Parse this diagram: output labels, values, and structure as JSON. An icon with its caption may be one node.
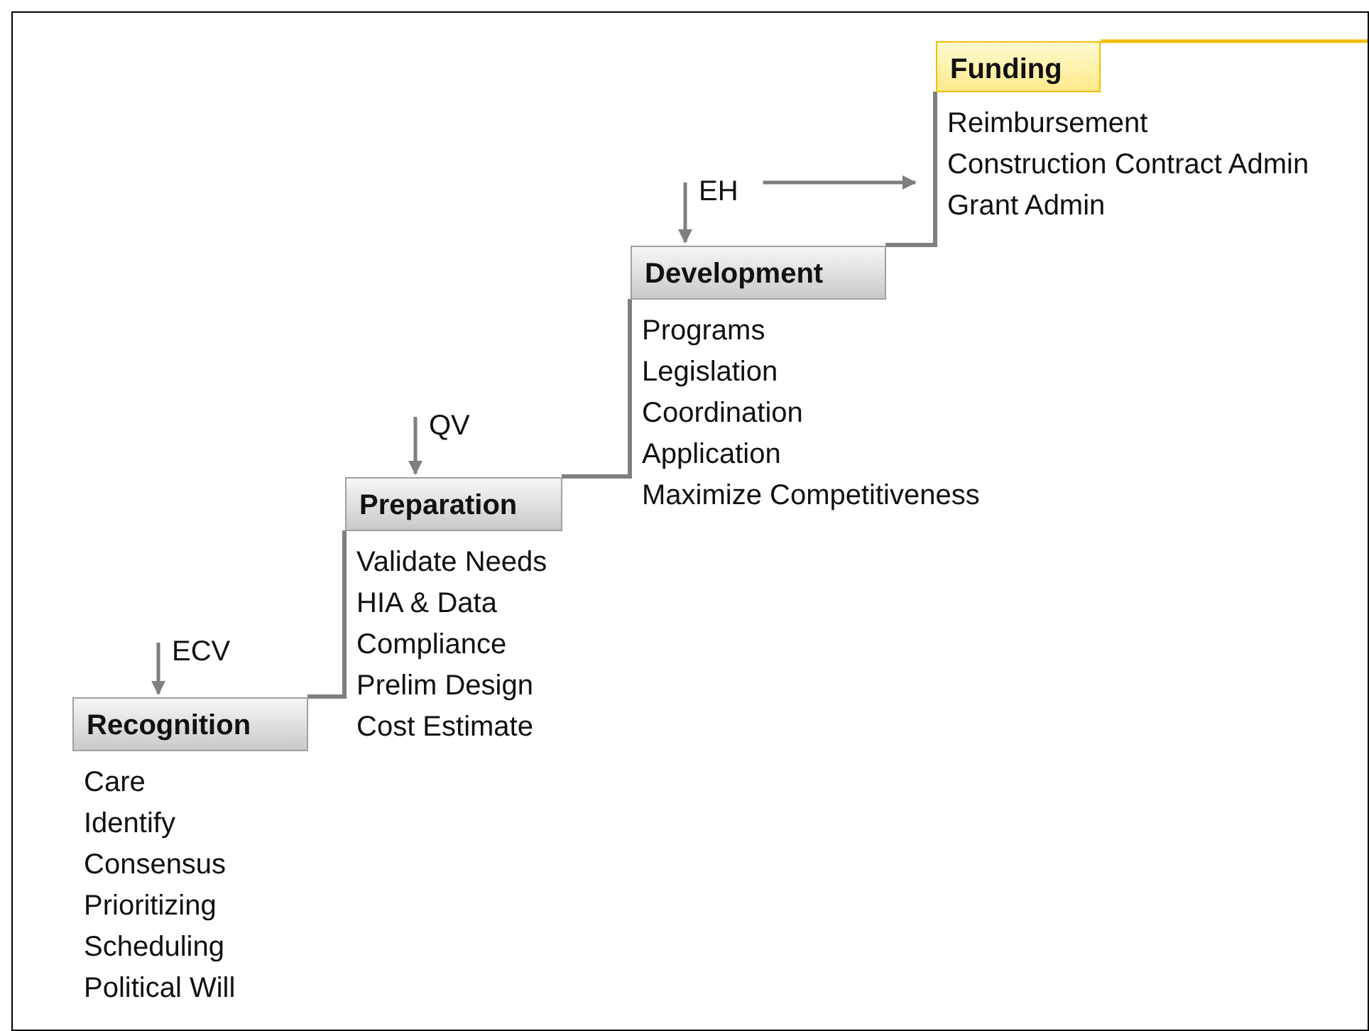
{
  "diagram": {
    "nodes": [
      {
        "text": [
          "ECV"
        ]
      },
      {
        "text": [
          "Recognition"
        ],
        "beside": [
          "Care",
          "Identify",
          "Consensus",
          "Prioritizing",
          "Scheduling",
          "Political Will"
        ]
      },
      {
        "text": [
          "QV"
        ]
      },
      {
        "text": [
          "Preparation"
        ],
        "beside": [
          "Validate Needs",
          "HIA & Data",
          "Compliance",
          "Prelim Design",
          "Cost Estimate"
        ]
      },
      {
        "text": [
          "EH"
        ]
      },
      {
        "text": [
          "Development"
        ],
        "beside": [
          "Programs",
          "Legislation",
          "Coordination",
          "Application",
          "Maximize Competitiveness"
        ]
      },
      {
        "text": [
          "Funding"
        ],
        "beside": [
          "Reimbursement",
          "Construction Contract Admin",
          "Grant Admin"
        ]
      }
    ],
    "edges": [
      {
        "from": 0,
        "to": 1,
        "arrow": "to"
      },
      {
        "from": 2,
        "to": 3,
        "arrow": "to"
      },
      {
        "from": 4,
        "to": 5,
        "arrow": "to"
      },
      {
        "from": 4,
        "to": 6,
        "arrow": "to"
      },
      {
        "from": 1,
        "to": 3,
        "arrow": "none"
      },
      {
        "from": 3,
        "to": 5,
        "arrow": "none"
      },
      {
        "from": 5,
        "to": 6,
        "arrow": "none"
      }
    ]
  }
}
